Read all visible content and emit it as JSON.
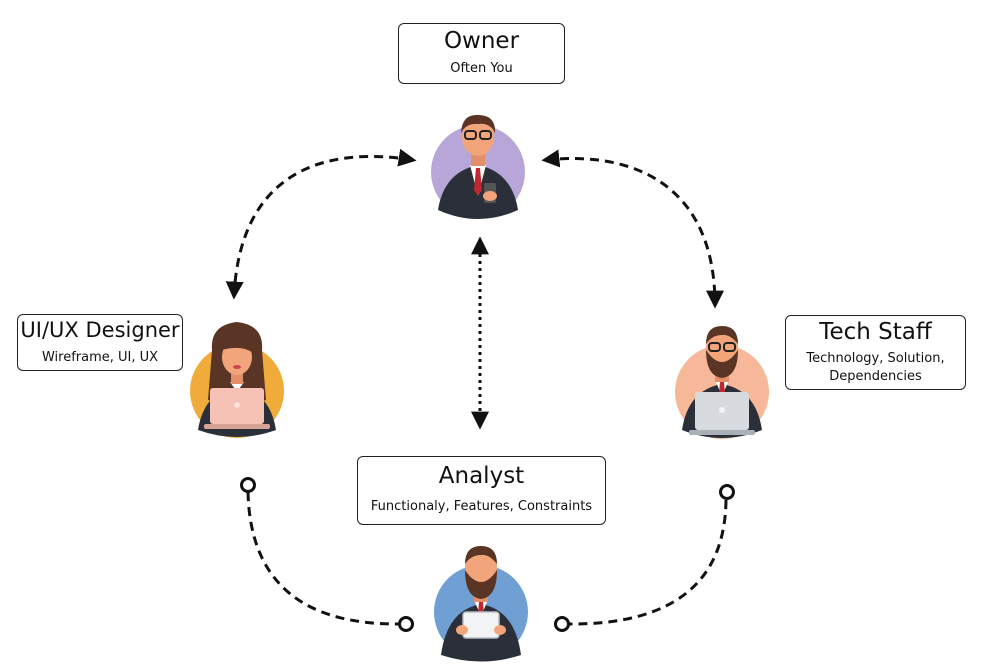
{
  "nodes": {
    "owner": {
      "title": "Owner",
      "subtitle": "Often You"
    },
    "designer": {
      "title": "UI/UX Designer",
      "subtitle": "Wireframe, UI, UX"
    },
    "tech": {
      "title": "Tech Staff",
      "subtitle_line1": "Technology, Solution,",
      "subtitle_line2": "Dependencies"
    },
    "analyst": {
      "title": "Analyst",
      "subtitle": "Functionaly, Features, Constraints"
    }
  },
  "colors": {
    "owner_circle": "#b9a6d9",
    "designer_circle": "#f0ab3b",
    "tech_circle": "#f7b89a",
    "analyst_circle": "#6f9fd3",
    "suit": "#2b2f3a",
    "skin": "#f2a57a",
    "hair": "#5a3424"
  }
}
